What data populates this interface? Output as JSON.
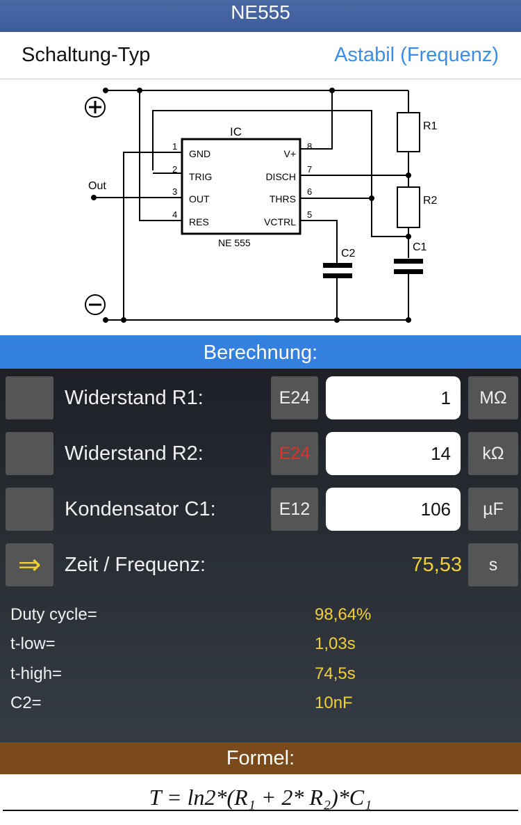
{
  "header": {
    "title": "NE555"
  },
  "type_row": {
    "label": "Schaltung-Typ",
    "value": "Astabil (Frequenz)"
  },
  "circuit": {
    "plus": "+",
    "minus": "−",
    "ic_label": "IC",
    "chip_name": "NE 555",
    "out_label": "Out",
    "left_pins": [
      {
        "num": "1",
        "name": "GND"
      },
      {
        "num": "2",
        "name": "TRIG"
      },
      {
        "num": "3",
        "name": "OUT"
      },
      {
        "num": "4",
        "name": "RES"
      }
    ],
    "right_pins": [
      {
        "num": "8",
        "name": "V+"
      },
      {
        "num": "7",
        "name": "DISCH"
      },
      {
        "num": "6",
        "name": "THRS"
      },
      {
        "num": "5",
        "name": "VCTRL"
      }
    ],
    "r1": "R1",
    "r2": "R2",
    "c1": "C1",
    "c2": "C2"
  },
  "section_calc": "Berechnung:",
  "rows": [
    {
      "label": "Widerstand R1:",
      "series": "E24",
      "series_color": "#eeeeee",
      "value": "1",
      "unit": "MΩ"
    },
    {
      "label": "Widerstand R2:",
      "series": "E24",
      "series_color": "#e0302b",
      "value": "14",
      "unit": "kΩ"
    },
    {
      "label": "Kondensator C1:",
      "series": "E12",
      "series_color": "#eeeeee",
      "value": "106",
      "unit": "µF"
    }
  ],
  "result_row": {
    "icon": "⇒",
    "label": "Zeit / Frequenz:",
    "value": "75,53",
    "unit": "s"
  },
  "info": [
    {
      "label": "Duty cycle=",
      "value": "98,64%"
    },
    {
      "label": "t-low=",
      "value": "1,03s"
    },
    {
      "label": "t-high=",
      "value": "74,5s"
    },
    {
      "label": "C2=",
      "value": "10nF"
    }
  ],
  "section_formula": "Formel:",
  "formula": "T = ln2*(R₁ + 2* R₂)*C₁",
  "colors": {
    "accent_blue": "#3480de",
    "highlight": "#f2d035",
    "formula_band": "#7a4a1b"
  }
}
